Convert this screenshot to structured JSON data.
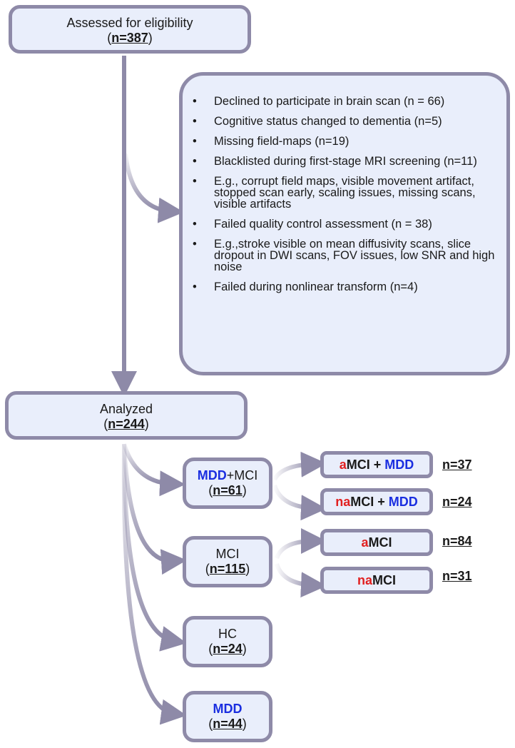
{
  "eligibility": {
    "label": "Assessed for eligibility",
    "n": "n=387"
  },
  "exclusions": [
    "Declined to participate in brain scan (n = 66)",
    "Cognitive status changed to dementia (n=5)",
    "Missing field-maps (n=19)",
    "Blacklisted during first-stage MRI screening (n=11)",
    " E.g., corrupt field maps, visible movement artifact, stopped scan early, scaling issues, missing scans, visible artifacts",
    "Failed quality control assessment (n = 38)",
    "E.g.,stroke visible on mean diffusivity scans, slice dropout in DWI scans, FOV issues, low SNR and high noise",
    "Failed during nonlinear transform (n=4)"
  ],
  "analyzed": {
    "label": "Analyzed",
    "n": "n=244"
  },
  "groups": {
    "mdd_mci": {
      "label_a": "MDD",
      "label_b": "+MCI",
      "n": "n=61"
    },
    "mci": {
      "label": "MCI",
      "n": "n=115"
    },
    "hc": {
      "label": "HC",
      "n": "n=24"
    },
    "mdd": {
      "label": "MDD",
      "n": "n=44"
    }
  },
  "subgroups": {
    "amci_mdd": {
      "prefix": "a",
      "mid": "MCI + ",
      "suffix": "MDD",
      "n": "n=37"
    },
    "namci_mdd": {
      "prefix": "na",
      "mid": "MCI + ",
      "suffix": "MDD",
      "n": "n=24"
    },
    "amci": {
      "prefix": "a",
      "mid": "MCI",
      "n": "n=84"
    },
    "namci": {
      "prefix": "na",
      "mid": "MCI",
      "n": "n=31"
    }
  },
  "colors": {
    "box_fill": "#e9eefb",
    "box_border": "#8e8aa8",
    "arrow": "#8e8aa8",
    "red": "#e12020",
    "blue": "#1a2ee0"
  }
}
